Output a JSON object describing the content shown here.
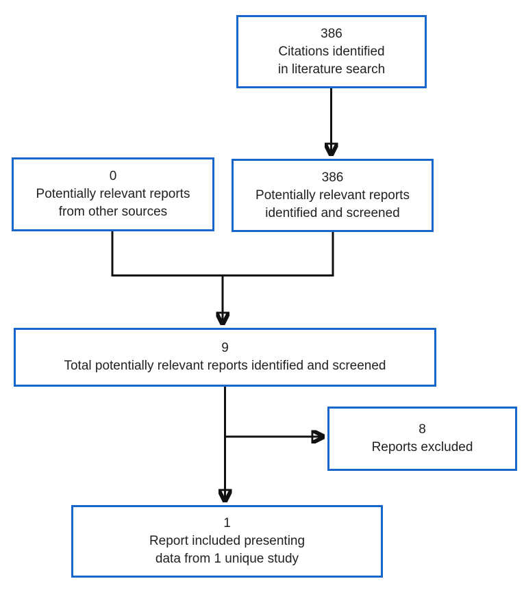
{
  "diagram": {
    "type": "flowchart",
    "accent_color": "#1766C9",
    "connector_color": "#111111",
    "text_color": "#212121",
    "nodes": {
      "citations": {
        "value": "386",
        "label": "Citations identified\nin literature search"
      },
      "other_sources": {
        "value": "0",
        "label": "Potentially relevant reports\nfrom other sources"
      },
      "screened": {
        "value": "386",
        "label": "Potentially relevant reports\nidentified and screened"
      },
      "total": {
        "value": "9",
        "label": "Total potentially relevant reports identified and screened"
      },
      "excluded": {
        "value": "8",
        "label": "Reports excluded"
      },
      "included": {
        "value": "1",
        "label": "Report included presenting\ndata from 1 unique study"
      }
    }
  }
}
